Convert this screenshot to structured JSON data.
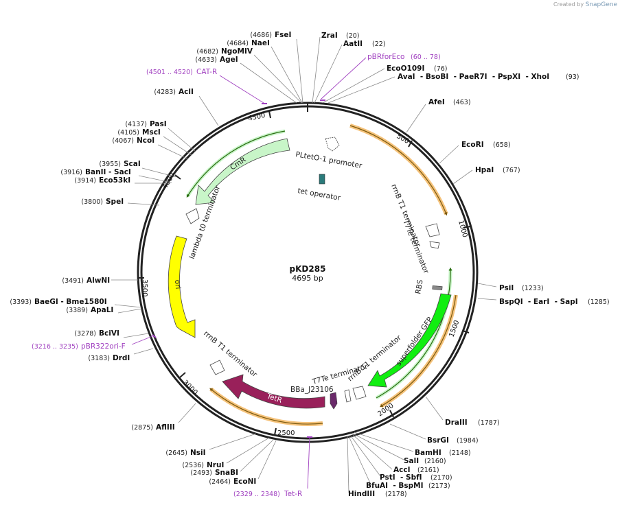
{
  "credit": {
    "prefix": "Created by",
    "brand": "SnapGene"
  },
  "plasmid": {
    "name": "pKD285",
    "size_label": "4695 bp"
  },
  "ticks": [
    "500",
    "1000",
    "1500",
    "2000",
    "2500",
    "3000",
    "3500",
    "4000",
    "4500"
  ],
  "colors": {
    "cmr": "#c8f5c8",
    "ori": "#ffff00",
    "tetr": "#99205a",
    "gfp": "#11ee11",
    "orange": "#f5c27a",
    "primer": "#a040c0"
  },
  "enzymes_left": [
    {
      "pos": "(4686)",
      "name": "FseI"
    },
    {
      "pos": "(4684)",
      "name": "NaeI"
    },
    {
      "pos": "(4682)",
      "name": "NgoMIV"
    },
    {
      "pos": "(4633)",
      "name": "AgeI"
    },
    {
      "pos": "(4283)",
      "name": "AclI"
    },
    {
      "pos": "(4137)",
      "name": "PasI"
    },
    {
      "pos": "(4105)",
      "name": "MscI"
    },
    {
      "pos": "(4067)",
      "name": "NcoI"
    },
    {
      "pos": "(3955)",
      "name": "ScaI"
    },
    {
      "pos": "(3916)",
      "name": "BanII  - SacI"
    },
    {
      "pos": "(3914)",
      "name": "Eco53kI"
    },
    {
      "pos": "(3800)",
      "name": "SpeI"
    },
    {
      "pos": "(3491)",
      "name": "AlwNI"
    },
    {
      "pos": "(3393)",
      "name": "BaeGI  - Bme1580I"
    },
    {
      "pos": "(3389)",
      "name": "ApaLI"
    },
    {
      "pos": "(3278)",
      "name": "BciVI"
    },
    {
      "pos": "(3183)",
      "name": "DrdI"
    },
    {
      "pos": "(2875)",
      "name": "AflIII"
    },
    {
      "pos": "(2645)",
      "name": "NsiI"
    },
    {
      "pos": "(2536)",
      "name": "NruI"
    },
    {
      "pos": "(2493)",
      "name": "SnaBI"
    },
    {
      "pos": "(2464)",
      "name": "EcoNI"
    }
  ],
  "enzymes_right": [
    {
      "name": "ZraI",
      "pos": "(20)"
    },
    {
      "name": "AatII",
      "pos": "(22)"
    },
    {
      "name": "EcoO109I",
      "pos": "(76)"
    },
    {
      "name": "AvaI  - BsoBI  - PaeR7I  - PspXI  - XhoI",
      "pos": "(93)"
    },
    {
      "name": "AfeI",
      "pos": "(463)"
    },
    {
      "name": "EcoRI",
      "pos": "(658)"
    },
    {
      "name": "HpaI",
      "pos": "(767)"
    },
    {
      "name": "PsiI",
      "pos": "(1233)"
    },
    {
      "name": "BspQI  - EarI  - SapI",
      "pos": "(1285)"
    },
    {
      "name": "DraIII",
      "pos": "(1787)"
    },
    {
      "name": "BsrGI",
      "pos": "(1984)"
    },
    {
      "name": "BamHI",
      "pos": "(2148)"
    },
    {
      "name": "SalI",
      "pos": "(2160)"
    },
    {
      "name": "AccI",
      "pos": "(2161)"
    },
    {
      "name": "PstI  - SbfI",
      "pos": "(2170)"
    },
    {
      "name": "BfuAI  - BspMI",
      "pos": "(2173)"
    },
    {
      "name": "HindIII",
      "pos": "(2178)"
    }
  ],
  "primers": [
    {
      "name": "pBRforEco",
      "range": "(60 .. 78)"
    },
    {
      "name": "CAT-R",
      "range": "(4501 .. 4520)"
    },
    {
      "name": "pBR322ori-F",
      "range": "(3216 .. 3235)"
    },
    {
      "name": "Tet-R",
      "range": "(2329 .. 2348)"
    }
  ],
  "features": {
    "pltet": "PLtetO-1 promoter",
    "tetop": "tet operator",
    "rrnb_top": "rrnB T1 terminator",
    "t7te_top": "T7Te terminator",
    "rbs": "RBS",
    "gfp": "superfolder GFP",
    "rrnb_bot": "rrnB T1 terminator",
    "t7te_bot": "T7Te terminator",
    "bba": "BBa_J23106",
    "tetr": "TetR",
    "rrnb_left": "rrnB T1 terminator",
    "ori": "ori",
    "lambda": "lambda t0 terminator",
    "cmr": "CmR"
  }
}
